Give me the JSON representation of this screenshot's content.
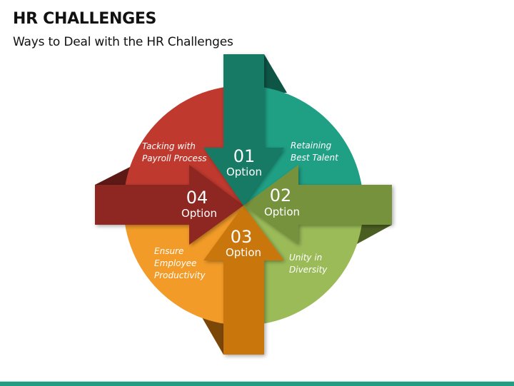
{
  "header": {
    "title": "HR CHALLENGES",
    "subtitle": "Ways to Deal with the HR Challenges"
  },
  "colors": {
    "teal_segment": "#1fa085",
    "teal_arrow": "#167a65",
    "teal_fold": "#0e5546",
    "green_segment": "#9bbb59",
    "green_arrow": "#77923c",
    "green_fold": "#4a5e22",
    "orange_segment": "#f29b28",
    "orange_arrow": "#c9760c",
    "orange_fold": "#7a4708",
    "red_segment": "#c0392f",
    "red_arrow": "#8e2822",
    "red_fold": "#5c1915",
    "bottom_bar": "#1f9e83"
  },
  "options": [
    {
      "number": "01",
      "label": "Option",
      "description": "Retaining\nBest Talent",
      "direction": "down"
    },
    {
      "number": "02",
      "label": "Option",
      "description": "Unity in\nDiversity",
      "direction": "left"
    },
    {
      "number": "03",
      "label": "Option",
      "description": "Ensure\nEmployee\nProductivity",
      "direction": "up"
    },
    {
      "number": "04",
      "label": "Option",
      "description": "Tacking with\nPayroll Process",
      "direction": "right"
    }
  ]
}
